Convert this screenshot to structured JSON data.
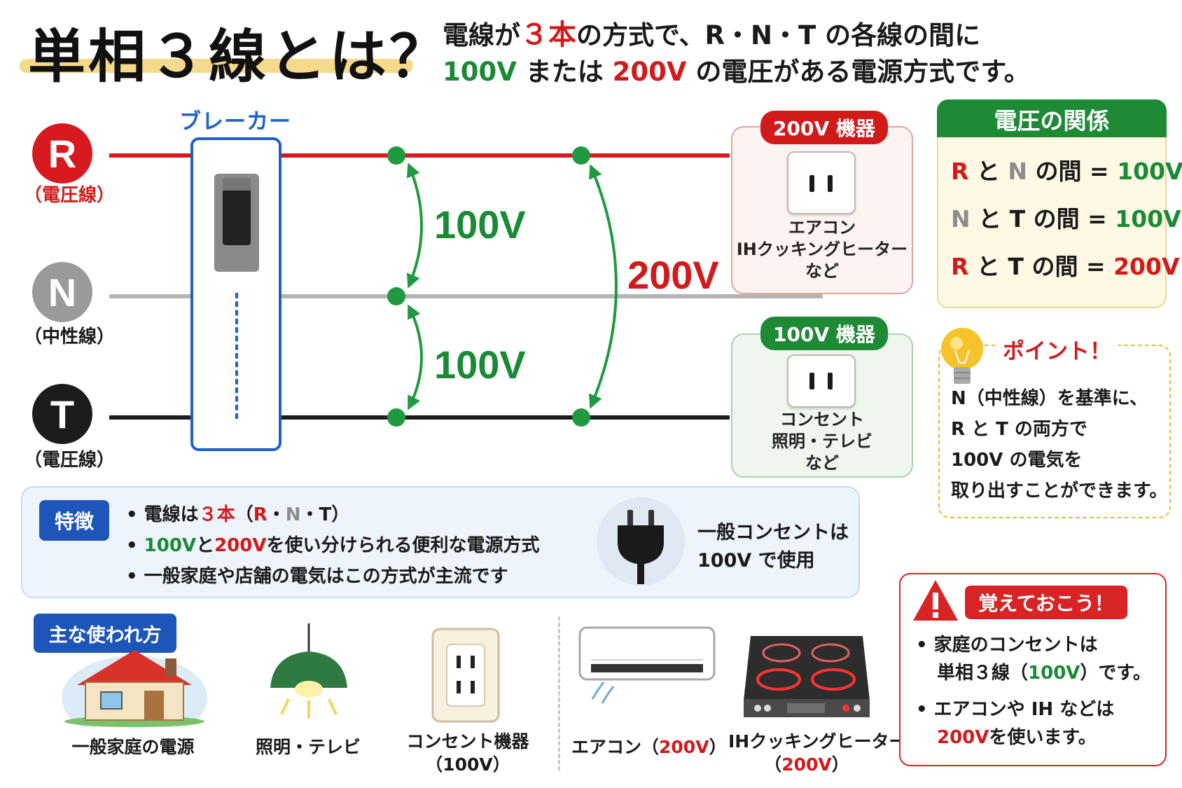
{
  "title": "単相３線とは？",
  "subtitle": {
    "l1_a": "電線が",
    "l1_b": "３本",
    "l1_c": "の方式で、R・N・T の各線の間に",
    "l2_a": "100V",
    "l2_b": "または",
    "l2_c": "200V",
    "l2_d": "の電圧がある電源方式です。"
  },
  "wires": [
    {
      "letter": "R",
      "label": "（電圧線）",
      "color": "#d71920"
    },
    {
      "letter": "N",
      "label": "（中性線）",
      "color": "#9a9a9a"
    },
    {
      "letter": "T",
      "label": "（電圧線）",
      "color": "#1c1c1c"
    }
  ],
  "breaker_label": "ブレーカー",
  "voltages": {
    "upper": "100V",
    "lower": "100V",
    "total": "200V"
  },
  "device_200": {
    "tag": "200V 機器",
    "l1": "エアコン",
    "l2": "IHクッキングヒーター",
    "l3": "など"
  },
  "device_100": {
    "tag": "100V 機器",
    "l1": "コンセント",
    "l2": "照明・テレビ",
    "l3": "など"
  },
  "relation": {
    "title": "電圧の関係",
    "rows": [
      {
        "a": "R",
        "and": "と",
        "b": "N",
        "mid": "の間",
        "eq": "=",
        "v": "100V"
      },
      {
        "a": "N",
        "and": "と",
        "b": "T",
        "mid": "の間",
        "eq": "=",
        "v": "100V"
      },
      {
        "a": "R",
        "and": "と",
        "b": "T",
        "mid": "の間",
        "eq": "=",
        "v": "200V"
      }
    ]
  },
  "point": {
    "title": "ポイント！",
    "l1_a": "N",
    "l1_b": "（中性線）を基準に、",
    "l2": "R と T の両方で",
    "l3": "100V の電気を",
    "l4": "取り出すことができます。"
  },
  "features": {
    "tag": "特徴",
    "b1_a": "電線は",
    "b1_b": "３本",
    "b1_c": "（",
    "b1_r": "R",
    "b1_d1": "・",
    "b1_n": "N",
    "b1_d2": "・",
    "b1_t": "T",
    "b1_e": "）",
    "b2_a": "100V",
    "b2_b": "と",
    "b2_c": "200V",
    "b2_d": "を使い分けられる便利な電源方式",
    "b3": "一般家庭や店舗の電気はこの方式が主流です",
    "plug_l1": "一般コンセントは",
    "plug_l2": "100V で使用"
  },
  "usage": {
    "tag": "主な使われ方",
    "items": [
      {
        "l1": "一般家庭の電源",
        "l2": ""
      },
      {
        "l1": "照明・テレビ",
        "l2": ""
      },
      {
        "l1": "コンセント機器",
        "l2": "（100V）"
      },
      {
        "l1a": "エアコン（",
        "l1b": "200V",
        "l1c": "）"
      },
      {
        "l1": "IHクッキングヒーター",
        "l2a": "（",
        "l2b": "200V",
        "l2c": "）"
      }
    ]
  },
  "warning": {
    "tag": "覚えておこう！",
    "b1_l1": "家庭のコンセントは",
    "b1_l2a": "単相３線（",
    "b1_l2b": "100V",
    "b1_l2c": "）です。",
    "b2_l1": "エアコンや IH などは",
    "b2_l2a": "200V",
    "b2_l2b": "を使います。"
  },
  "colors": {
    "red": "#d21a1a",
    "green": "#1a8a35",
    "gray": "#9a9a9a",
    "blue": "#1d56b8",
    "yellow": "#f6d98a"
  }
}
